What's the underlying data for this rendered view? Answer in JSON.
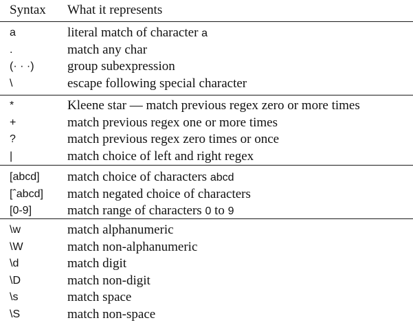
{
  "header": {
    "syntax": "Syntax",
    "meaning": "What it represents"
  },
  "groups": [
    {
      "rows": [
        {
          "syntax": "a",
          "parts": [
            {
              "t": "literal match of character "
            },
            {
              "t": "a",
              "code": true
            }
          ]
        },
        {
          "syntax": ".",
          "parts": [
            {
              "t": "match any char"
            }
          ]
        },
        {
          "syntax": "(· · ·)",
          "parts": [
            {
              "t": "group subexpression"
            }
          ]
        },
        {
          "syntax": "\\",
          "parts": [
            {
              "t": "escape following special character"
            }
          ]
        }
      ]
    },
    {
      "rows": [
        {
          "syntax": "*",
          "parts": [
            {
              "t": "Kleene star — match previous regex zero or more times"
            }
          ]
        },
        {
          "syntax": "+",
          "parts": [
            {
              "t": "match previous regex one or more times"
            }
          ]
        },
        {
          "syntax": "?",
          "parts": [
            {
              "t": "match previous regex zero times or once"
            }
          ]
        },
        {
          "syntax": "|",
          "parts": [
            {
              "t": "match choice of left and right regex"
            }
          ]
        }
      ]
    },
    {
      "rows": [
        {
          "syntax": "[abcd]",
          "parts": [
            {
              "t": "match choice of characters "
            },
            {
              "t": "abcd",
              "code": true
            }
          ]
        },
        {
          "syntax": "[ˆabcd]",
          "parts": [
            {
              "t": "match negated choice of characters"
            }
          ]
        },
        {
          "syntax": "[0-9]",
          "parts": [
            {
              "t": "match range of characters "
            },
            {
              "t": "0",
              "code": true
            },
            {
              "t": " to "
            },
            {
              "t": "9",
              "code": true
            }
          ]
        }
      ]
    },
    {
      "rows": [
        {
          "syntax": "\\w",
          "parts": [
            {
              "t": "match alphanumeric"
            }
          ]
        },
        {
          "syntax": "\\W",
          "parts": [
            {
              "t": "match non-alphanumeric"
            }
          ]
        },
        {
          "syntax": "\\d",
          "parts": [
            {
              "t": "match digit"
            }
          ]
        },
        {
          "syntax": "\\D",
          "parts": [
            {
              "t": "match non-digit"
            }
          ]
        },
        {
          "syntax": "\\s",
          "parts": [
            {
              "t": "match space"
            }
          ]
        },
        {
          "syntax": "\\S",
          "parts": [
            {
              "t": "match non-space"
            }
          ]
        }
      ]
    }
  ]
}
